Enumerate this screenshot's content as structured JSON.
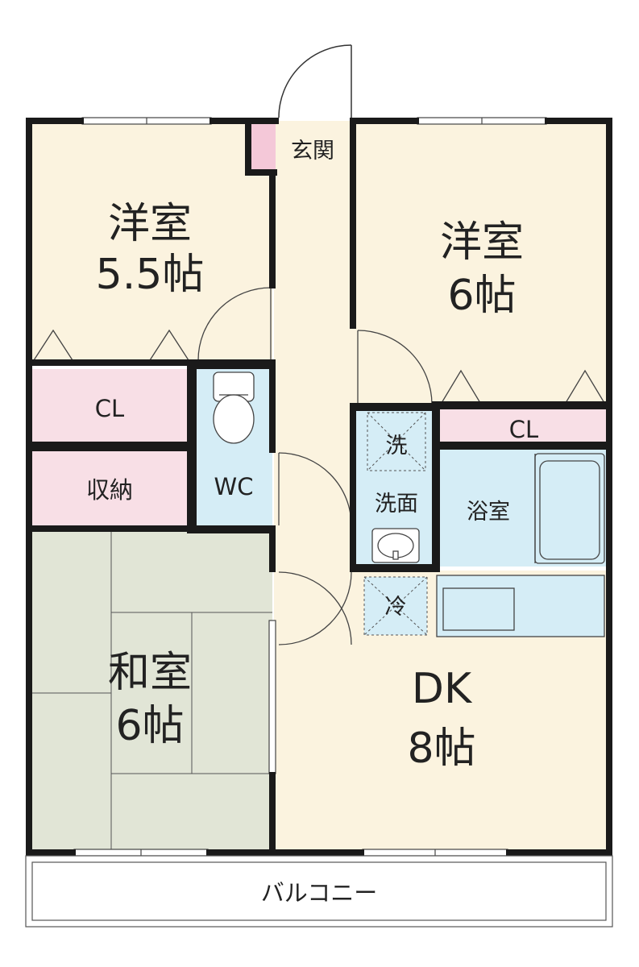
{
  "rooms": {
    "western_room_left": {
      "name": "洋室",
      "size": "5.5帖"
    },
    "western_room_right": {
      "name": "洋室",
      "size": "6帖"
    },
    "japanese_room": {
      "name": "和室",
      "size": "6帖"
    },
    "dk": {
      "name": "DK",
      "size": "8帖"
    },
    "closet_left": "CL",
    "closet_right": "CL",
    "storage": "収納",
    "toilet": "WC",
    "entrance": "玄関",
    "washroom": "洗面",
    "washer_space": "洗",
    "bathroom": "浴室",
    "fridge_space": "冷",
    "balcony": "バルコニー"
  },
  "colors": {
    "wall": "#1a1a1a",
    "western_floor": "#fbf3df",
    "japanese_tatami": "#e1e5d6",
    "closet_pink": "#f8dfe6",
    "wet_area_blue": "#d5edf6",
    "genkan_pink": "#f4c8d8"
  }
}
